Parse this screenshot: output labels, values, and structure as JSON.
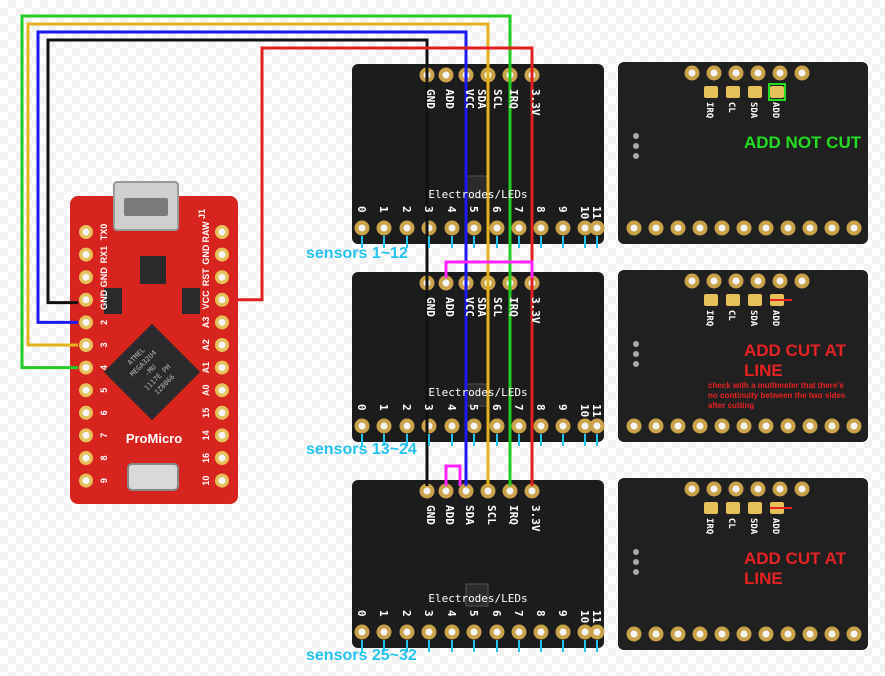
{
  "colors": {
    "gnd": "#111111",
    "sda": "#1a1aee",
    "scl": "#e3b21c",
    "irq": "#22cc22",
    "vcc": "#e02020",
    "add_jumper": "#ff22ff",
    "sensor_label": "#22c4ee",
    "ok_note": "#22dd22",
    "cut_note": "#e62222",
    "promicro_board": "#d8241e"
  },
  "promicro": {
    "name": "ProMicro",
    "header_left": [
      "TX0",
      "RX1",
      "GND",
      "GND",
      "2",
      "3",
      "4",
      "5",
      "6",
      "7",
      "8",
      "9"
    ],
    "header_right": [
      "RAW",
      "GND",
      "RST",
      "VCC",
      "A3",
      "A2",
      "A1",
      "A0",
      "15",
      "14",
      "16",
      "10"
    ],
    "top_label": "J1",
    "chip_text": [
      "ATMEL",
      "MEGA32U4",
      "-MU",
      "1117E PH",
      "1Z8066"
    ]
  },
  "breakout_boards": [
    {
      "pins_top": [
        "GND",
        "ADD",
        "VCC",
        "SDA",
        "SCL",
        "IRQ",
        "3.3V"
      ],
      "electrodes_label": "Electrodes/LEDs",
      "electrodes": [
        "0",
        "1",
        "2",
        "3",
        "4",
        "5",
        "6",
        "7",
        "8",
        "9",
        "10",
        "11"
      ],
      "sensors_label": "sensors 1~12"
    },
    {
      "pins_top": [
        "GND",
        "ADD",
        "VCC",
        "SDA",
        "SCL",
        "IRQ",
        "3.3V"
      ],
      "electrodes_label": "Electrodes/LEDs",
      "electrodes": [
        "0",
        "1",
        "2",
        "3",
        "4",
        "5",
        "6",
        "7",
        "8",
        "9",
        "10",
        "11"
      ],
      "sensors_label": "sensors 13~24"
    },
    {
      "pins_top": [
        "GND",
        "ADD",
        "SDA",
        "SCL",
        "IRQ",
        "3.3V"
      ],
      "electrodes_label": "Electrodes/LEDs",
      "electrodes": [
        "0",
        "1",
        "2",
        "3",
        "4",
        "5",
        "6",
        "7",
        "8",
        "9",
        "10",
        "11"
      ],
      "sensors_label": "sensors 25~32"
    }
  ],
  "back_boards": [
    {
      "jumper_labels": [
        "IRQ",
        "CL",
        "SDA",
        "ADD"
      ],
      "note": "ADD NOT CUT",
      "note_sub": ""
    },
    {
      "jumper_labels": [
        "IRQ",
        "CL",
        "SDA",
        "ADD"
      ],
      "note": "ADD CUT AT",
      "note_line2": "LINE",
      "note_sub": "check with a multimeter that there's no continuity between the two sides after cutting"
    },
    {
      "jumper_labels": [
        "IRQ",
        "CL",
        "SDA",
        "ADD"
      ],
      "note": "ADD CUT AT",
      "note_line2": "LINE",
      "note_sub": ""
    }
  ]
}
